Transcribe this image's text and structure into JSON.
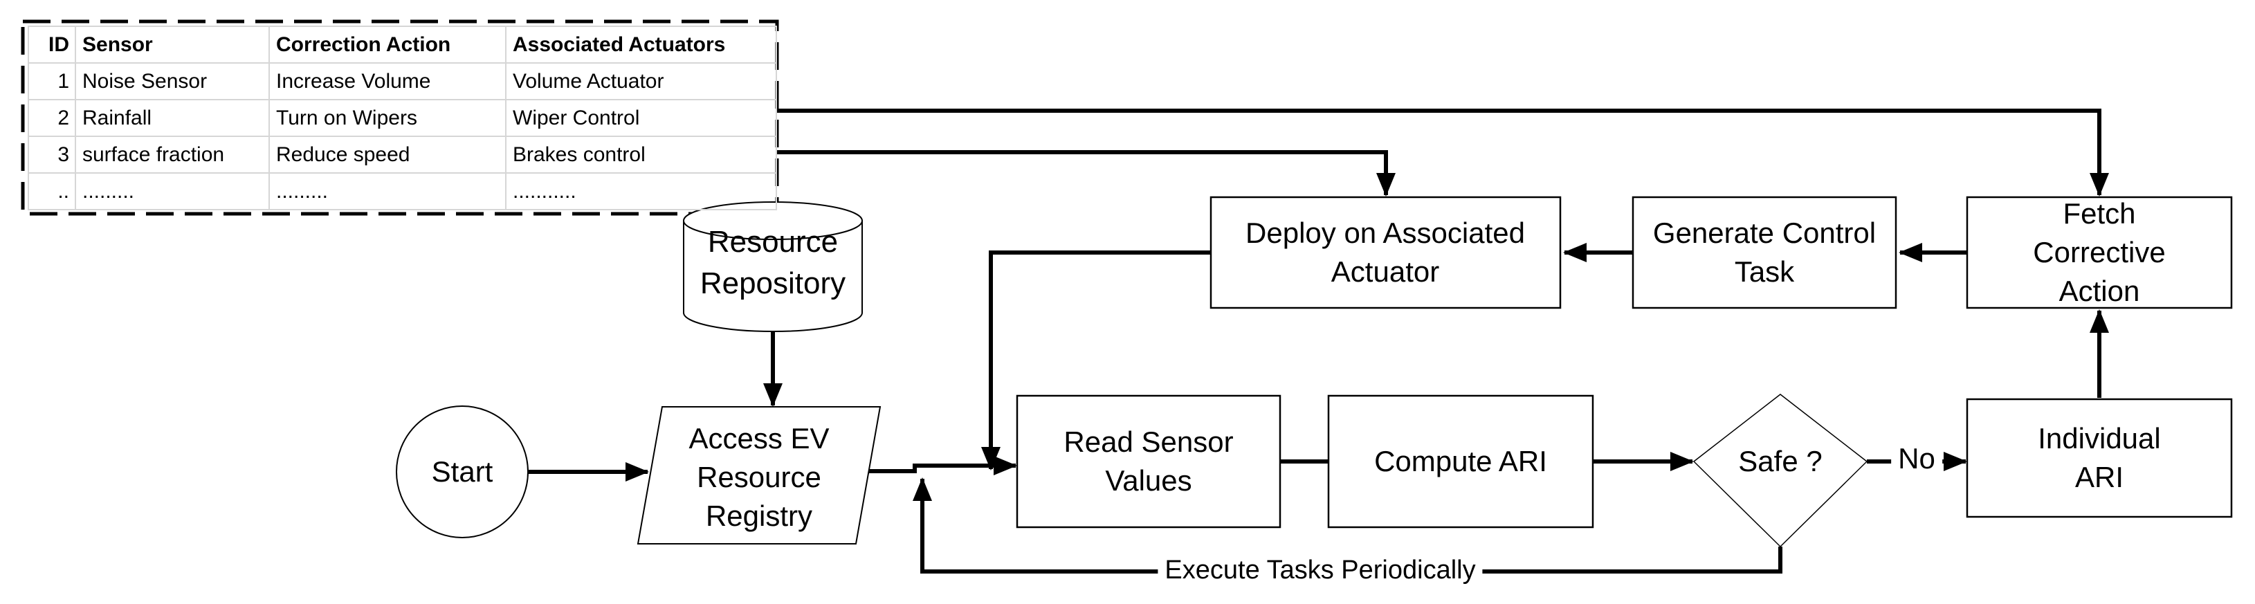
{
  "table": {
    "headers": [
      "ID",
      "Sensor",
      "Correction Action",
      "Associated Actuators"
    ],
    "rows": [
      [
        "1",
        "Noise Sensor",
        "Increase Volume",
        "Volume Actuator"
      ],
      [
        "2",
        "Rainfall",
        "Turn on Wipers",
        "Wiper Control"
      ],
      [
        "3",
        "surface fraction",
        "Reduce speed",
        "Brakes control"
      ],
      [
        "..",
        ".........",
        ".........",
        "..........."
      ]
    ]
  },
  "nodes": {
    "start": "Start",
    "resource_repository": "Resource\nRepository",
    "access_registry": "Access EV\nResource\nRegistry",
    "read_sensor": "Read Sensor\nValues",
    "compute_ari": "Compute ARI",
    "safe": "Safe ?",
    "individual_ari": "Individual ARI",
    "fetch_corrective": "Fetch Corrective\nAction",
    "generate_task": "Generate Control\nTask",
    "deploy_actuator": "Deploy on Associated\nActuator"
  },
  "edges": {
    "no_label": "No",
    "execute_label": "Execute Tasks Periodically"
  },
  "colors": {
    "line": "#000000",
    "table_grid": "#d6d6d6",
    "background": "#ffffff"
  }
}
